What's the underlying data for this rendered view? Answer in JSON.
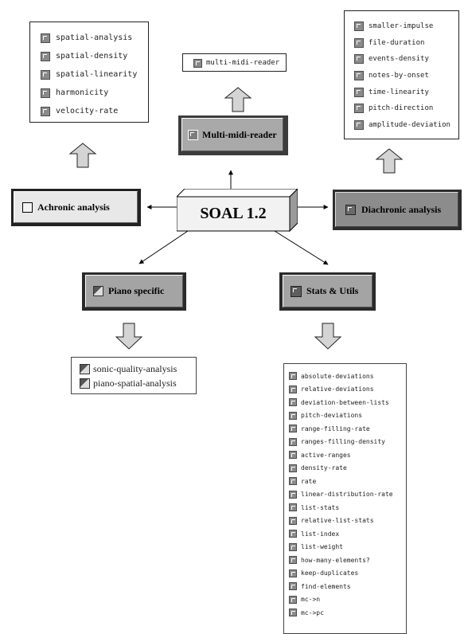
{
  "center": {
    "title": "SOAL 1.2"
  },
  "modules": {
    "multi_midi": "Multi-midi-reader",
    "achronic": "Achronic analysis",
    "diachronic": "Diachronic analysis",
    "piano": "Piano specific",
    "stats": "Stats & Utils"
  },
  "lists": {
    "multi_midi": [
      "multi-midi-reader"
    ],
    "achronic": [
      "spatial-analysis",
      "spatial-density",
      "spatial-linearity",
      "harmonicity",
      "velocity-rate"
    ],
    "diachronic": [
      "smaller-impulse",
      "file-duration",
      "events-density",
      "notes-by-onset",
      "time-linearity",
      "pitch-direction",
      "amplitude-deviation"
    ],
    "piano": [
      "sonic-quality-analysis",
      "piano-spatial-analysis"
    ],
    "stats": [
      "absolute-deviations",
      "relative-deviations",
      "deviation-between-lists",
      "pitch-deviations",
      "range-filling-rate",
      "ranges-filling-density",
      "active-ranges",
      "density-rate",
      "rate",
      "linear-distribution-rate",
      "list-stats",
      "relative-list-stats",
      "list-index",
      "list-weight",
      "how-many-elements?",
      "keep-duplicates",
      "find-elements",
      "mc->n",
      "mc->pc"
    ]
  },
  "colors": {
    "module_face": "#a8a8a8",
    "module_dark": "#444444",
    "center_face": "#f2f2f2",
    "arrow_fill": "#d4d4d4",
    "file_icon": "#8a8a8a"
  }
}
